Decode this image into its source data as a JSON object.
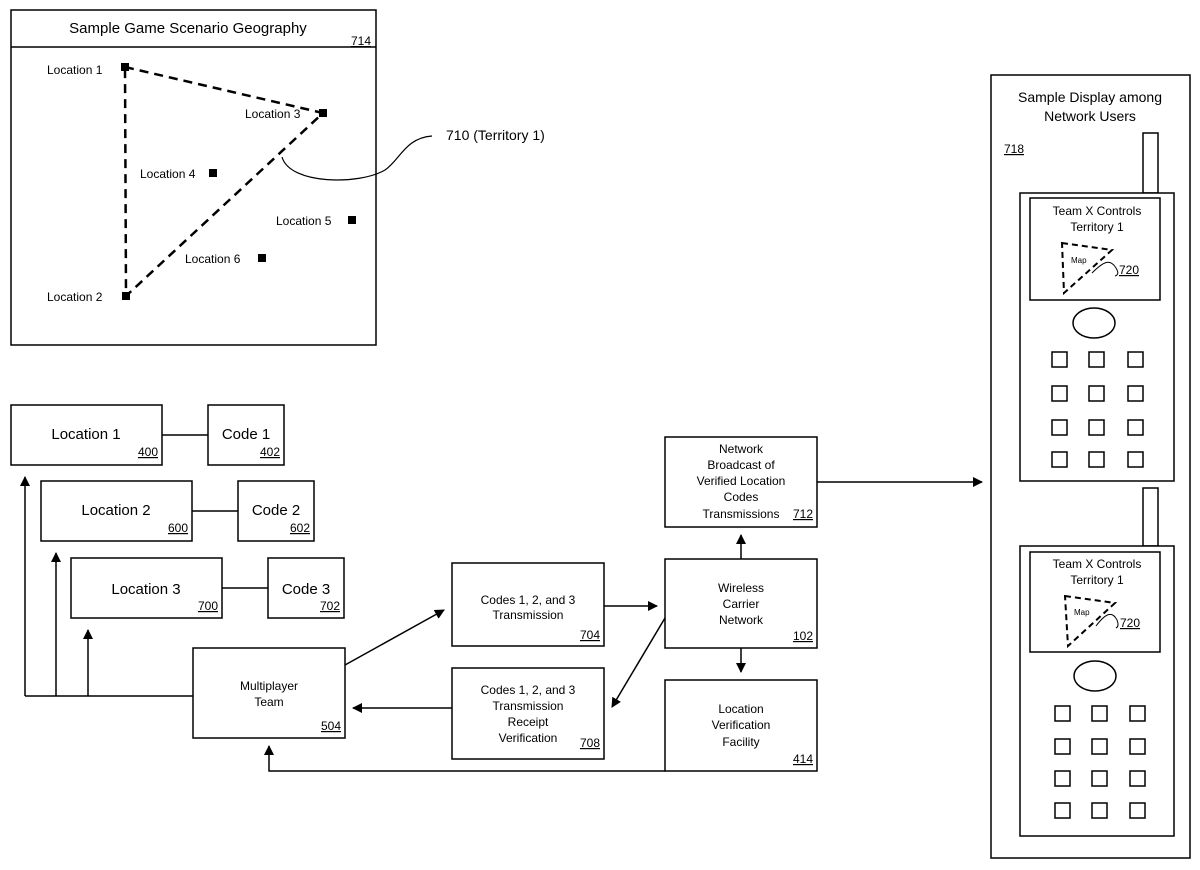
{
  "geography_panel": {
    "title": "Sample Game Scenario Geography",
    "ref": "714",
    "locations": [
      {
        "label": "Location 1"
      },
      {
        "label": "Location 2"
      },
      {
        "label": "Location 3"
      },
      {
        "label": "Location 4"
      },
      {
        "label": "Location 5"
      },
      {
        "label": "Location 6"
      }
    ],
    "territory_callout": "710 (Territory  1)"
  },
  "blocks": {
    "loc1": {
      "label": "Location 1",
      "ref": "400"
    },
    "code1": {
      "label": "Code 1",
      "ref": "402"
    },
    "loc2": {
      "label": "Location 2",
      "ref": "600"
    },
    "code2": {
      "label": "Code 2",
      "ref": "602"
    },
    "loc3": {
      "label": "Location 3",
      "ref": "700"
    },
    "code3": {
      "label": "Code 3",
      "ref": "702"
    },
    "team": {
      "lines": [
        "Multiplayer",
        "Team"
      ],
      "ref": "504"
    },
    "transmission": {
      "lines": [
        "Codes 1, 2, and 3",
        "Transmission"
      ],
      "ref": "704"
    },
    "receipt": {
      "lines": [
        "Codes 1, 2, and 3",
        "Transmission",
        "Receipt",
        "Verification"
      ],
      "ref": "708"
    },
    "carrier": {
      "lines": [
        "Wireless",
        "Carrier",
        "Network"
      ],
      "ref": "102"
    },
    "facility": {
      "lines": [
        "Location",
        "Verification",
        "Facility"
      ],
      "ref": "414"
    },
    "broadcast": {
      "lines": [
        "Network",
        "Broadcast of",
        "Verified Location",
        "Codes",
        "Transmissions"
      ],
      "ref": "712"
    }
  },
  "display_panel": {
    "title_lines": [
      "Sample Display among",
      "Network Users"
    ],
    "ref": "718",
    "phones": [
      {
        "screen_lines": [
          "Team X Controls",
          "Territory 1"
        ],
        "map_label": "Map",
        "ref": "720"
      },
      {
        "screen_lines": [
          "Team X Controls",
          "Territory 1"
        ],
        "map_label": "Map",
        "ref": "720"
      }
    ]
  }
}
